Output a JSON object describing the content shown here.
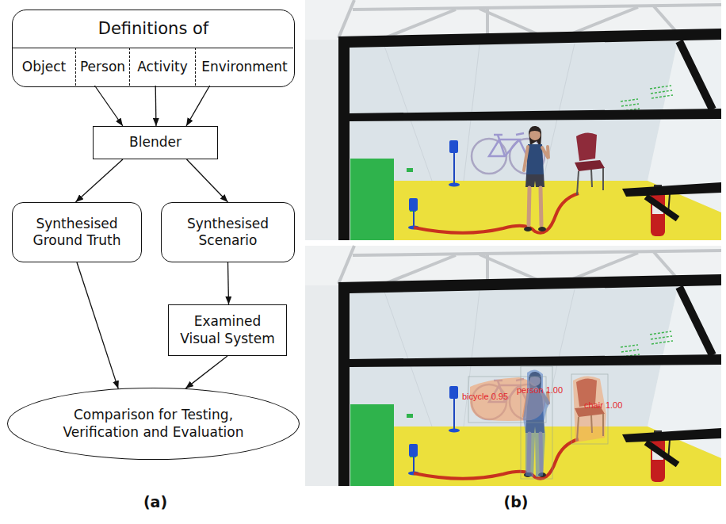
{
  "diagram": {
    "nodes": [
      {
        "text": [
          "Definitions of"
        ]
      },
      {
        "text": [
          "Object"
        ],
        "in": 0
      },
      {
        "text": [
          "Person"
        ],
        "in": 0
      },
      {
        "text": [
          "Activity"
        ],
        "in": 0
      },
      {
        "text": [
          "Environment"
        ],
        "in": 0
      },
      {
        "text": [
          "Blender"
        ]
      },
      {
        "text": [
          "Synthesised Ground Truth"
        ]
      },
      {
        "text": [
          "Synthesised Scenario"
        ]
      },
      {
        "text": [
          "Examined Visual System"
        ]
      },
      {
        "text": [
          "Comparison for Testing, Verification and Evaluation"
        ]
      }
    ],
    "edges": [
      {
        "from": 2,
        "to": 5,
        "arrow": "to"
      },
      {
        "from": 3,
        "to": 5,
        "arrow": "to"
      },
      {
        "from": 4,
        "to": 5,
        "arrow": "to"
      },
      {
        "from": 5,
        "to": 6,
        "arrow": "to"
      },
      {
        "from": 5,
        "to": 7,
        "arrow": "to"
      },
      {
        "from": 7,
        "to": 8,
        "arrow": "to"
      },
      {
        "from": 6,
        "to": 9,
        "arrow": "to"
      },
      {
        "from": 8,
        "to": 9,
        "arrow": "to"
      }
    ],
    "labels": [
      "(a)",
      "(b)",
      "bicycle 0.95",
      "person 1.00",
      "chair 1.00"
    ]
  }
}
